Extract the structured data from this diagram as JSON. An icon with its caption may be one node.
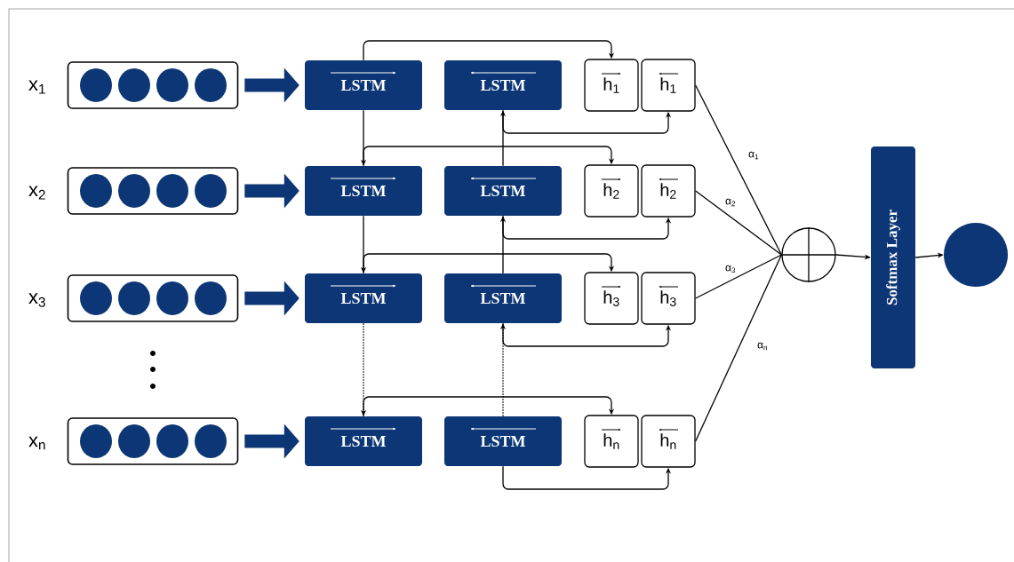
{
  "diagram": {
    "nodes": [
      {
        "text": [],
        "shape": "box",
        "beside": [
          "x$_{1}$"
        ]
      },
      {
        "text": [
          "LSTM"
        ]
      },
      {
        "text": [
          "LSTM"
        ]
      },
      {
        "text": [
          "h$_{1}$"
        ]
      },
      {
        "text": [
          "h$_{1}$"
        ]
      },
      {
        "text": [],
        "shape": "box",
        "beside": [
          "x$_{2}$"
        ]
      },
      {
        "text": [
          "LSTM"
        ]
      },
      {
        "text": [
          "LSTM"
        ]
      },
      {
        "text": [
          "h$_{2}$"
        ]
      },
      {
        "text": [
          "h$_{2}$"
        ]
      },
      {
        "text": [],
        "shape": "box",
        "beside": [
          "x$_{3}$"
        ]
      },
      {
        "text": [
          "LSTM"
        ]
      },
      {
        "text": [
          "LSTM"
        ]
      },
      {
        "text": [
          "h$_{3}$"
        ]
      },
      {
        "text": [
          "h$_{3}$"
        ]
      },
      {
        "text": [],
        "shape": "box",
        "beside": [
          "x$_{n}$"
        ]
      },
      {
        "text": [
          "LSTM"
        ]
      },
      {
        "text": [
          "LSTM"
        ]
      },
      {
        "text": [
          "h$_{n}$"
        ]
      },
      {
        "text": [
          "h$_{n}$"
        ]
      },
      {
        "text": [],
        "shape": "circle"
      },
      {
        "text": [
          "Softmax Layer"
        ]
      },
      {
        "text": [],
        "shape": "circle"
      }
    ],
    "edges": [
      {
        "from": 0,
        "to": 1,
        "arrow": "to",
        "style": "thick",
        "color": "#0c3675"
      },
      {
        "from": 5,
        "to": 6,
        "arrow": "to",
        "style": "thick",
        "color": "#0c3675"
      },
      {
        "from": 10,
        "to": 11,
        "arrow": "to",
        "style": "thick",
        "color": "#0c3675"
      },
      {
        "from": 15,
        "to": 16,
        "arrow": "to",
        "style": "thick",
        "color": "#0c3675"
      },
      {
        "from": 1,
        "to": 6,
        "arrow": "to"
      },
      {
        "from": 6,
        "to": 11,
        "arrow": "to"
      },
      {
        "from": 11,
        "to": 16,
        "arrow": "to",
        "style": "dashed"
      },
      {
        "from": 1,
        "to": 3,
        "arrow": "to"
      },
      {
        "from": 6,
        "to": 8,
        "arrow": "to"
      },
      {
        "from": 11,
        "to": 13,
        "arrow": "to"
      },
      {
        "from": 16,
        "to": 18,
        "arrow": "to"
      },
      {
        "from": 17,
        "to": 12,
        "arrow": "to",
        "style": "dashed"
      },
      {
        "from": 12,
        "to": 7,
        "arrow": "to"
      },
      {
        "from": 7,
        "to": 2,
        "arrow": "to"
      },
      {
        "from": 2,
        "to": 4,
        "arrow": "to"
      },
      {
        "from": 7,
        "to": 9,
        "arrow": "to"
      },
      {
        "from": 12,
        "to": 14,
        "arrow": "to"
      },
      {
        "from": 17,
        "to": 19,
        "arrow": "to"
      },
      {
        "from": 4,
        "to": 20,
        "arrow": "none",
        "label": "α$_{1}$"
      },
      {
        "from": 9,
        "to": 20,
        "arrow": "none",
        "label": "α$_{2}$"
      },
      {
        "from": 14,
        "to": 20,
        "arrow": "none",
        "label": "α$_{3}$"
      },
      {
        "from": 19,
        "to": 20,
        "arrow": "none",
        "label": "α$_{n}$"
      },
      {
        "from": 20,
        "to": 21,
        "arrow": "to"
      },
      {
        "from": 21,
        "to": 22,
        "arrow": "to"
      }
    ]
  }
}
